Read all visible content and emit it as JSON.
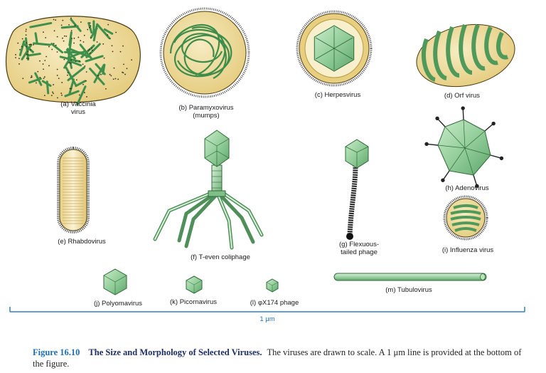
{
  "labels": {
    "vaccinia": [
      "(a) Vaccinia",
      "virus"
    ],
    "paramyxo": [
      "(b) Paramyxovirus",
      "(mumps)"
    ],
    "herpes": "(c) Herpesvirus",
    "orf": "(d) Orf virus",
    "rhabdo": "(e) Rhabdovirus",
    "teven": "(f) T-even coliphage",
    "flex": [
      "(g) Flexuous-",
      "tailed phage"
    ],
    "adeno": "(h) Adenovirus",
    "influenza": "(i) Influenza virus",
    "polyoma": "(j) Polyomavirus",
    "picorna": "(k) Picornavirus",
    "phix": "(l) φX174 phage",
    "tubulo": "(m) Tubulovirus"
  },
  "scale_label": "1 μm",
  "caption": {
    "number": "Figure 16.10",
    "title": "The Size and Morphology of Selected Viruses.",
    "text": "The viruses are drawn to scale. A 1 μm line is provided at the bottom of the figure."
  },
  "colors": {
    "envelope": "#efdb9c",
    "capsid": "#8fcb97",
    "capsid_dark": "#5fa56b",
    "scale": "#2f7fbf",
    "caption_number": "#1e6db5",
    "caption_title": "#1e2e66"
  }
}
